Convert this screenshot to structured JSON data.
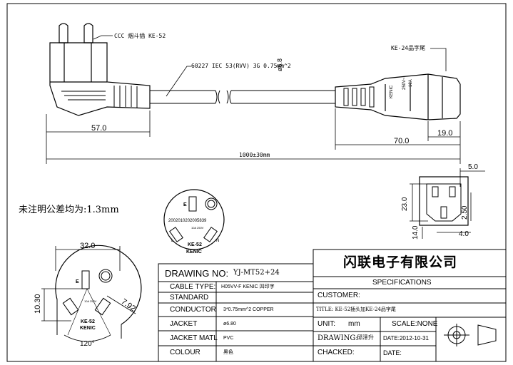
{
  "drawing": {
    "plug_label": "CCC 烟斗插 KE-52",
    "cable_spec": "60227 IEC 53(RVV) 3G 0.75mm^2",
    "connector_label": "KE-24品字尾",
    "tolerance_note": "未注明公差均为:1.3mm",
    "plug_face_code": "2002010202005839",
    "plug_face_brand": "KE-52",
    "plug_face_company": "KENIC",
    "plug_face_rating": "10A 250V",
    "pin_e": "E",
    "pin_l": "L",
    "pin_n": "N",
    "connector_text_1": "250V~",
    "connector_text_2": "10A",
    "connector_text_3": "KENIC"
  },
  "dimensions": {
    "d_57": "57.0",
    "d_1000": "1000±30mm",
    "d_70": "70.0",
    "d_19": "19.0",
    "d_dia": "ø6.8",
    "d_5": "5.0",
    "d_23": "23.0",
    "d_250": "2.50",
    "d_14": "14.0",
    "d_4": "4.0",
    "d_32": "32.0",
    "d_1030": "10.30",
    "d_792": "7.92",
    "d_120": "120°"
  },
  "title_block": {
    "company": "闪联电子有限公司",
    "specifications": "SPECIFICATIONS",
    "drawing_no_label": "DRAWING NO:",
    "drawing_no_value": "YJ-MT52+24",
    "rows": [
      {
        "label": "CABLE TYPE:",
        "value": "H05VV-F KENIC 凹印字"
      },
      {
        "label": "STANDARD",
        "value": ""
      },
      {
        "label": "CONDUCTOR",
        "value": "3*0.75mm^2 COPPER"
      },
      {
        "label": "JACKET",
        "value": "ø6.80"
      },
      {
        "label": "JACKET MATL",
        "value": "PVC"
      },
      {
        "label": "COLOUR",
        "value": "黑色"
      }
    ],
    "customer_label": "CUSTOMER:",
    "title_line": "TITLE: KE-52插头加KE-24品字尾",
    "unit_label": "UNIT:",
    "unit_value": "mm",
    "scale": "SCALE:NONE",
    "drawing_label": "DRAWING:",
    "drawing_by": "邱泽升",
    "date_line": "DATE:2012-10-31",
    "checked_label": "CHACKED:",
    "date_label": "DATE:"
  }
}
